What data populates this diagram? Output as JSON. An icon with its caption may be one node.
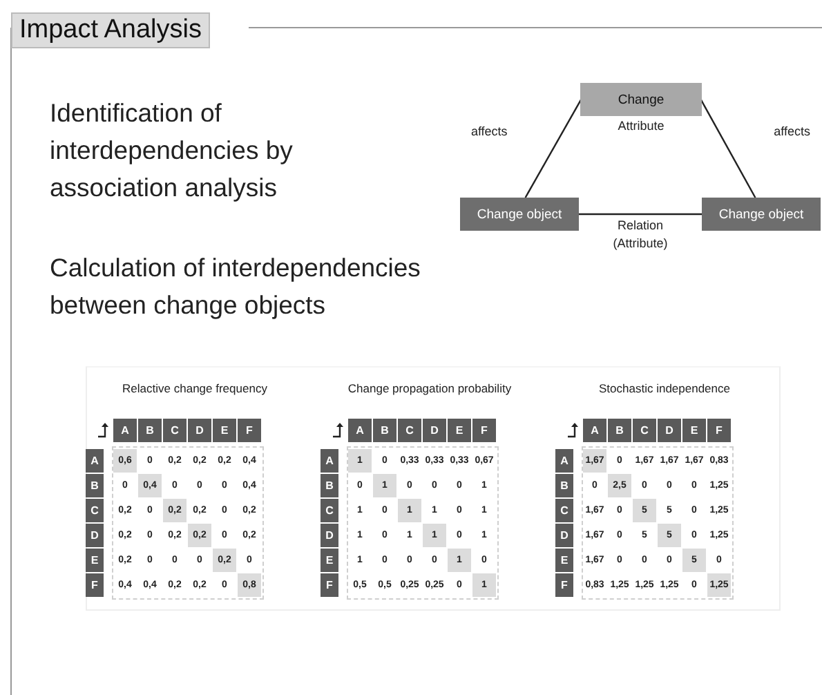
{
  "diagram": {
    "title": "Impact Analysis",
    "nodes": [
      {
        "text": [
          "Change"
        ],
        "beside": [
          "Attribute"
        ]
      },
      {
        "text": [
          "Change object"
        ]
      },
      {
        "text": [
          "Change object"
        ]
      }
    ],
    "edges": [
      {
        "from": 0,
        "to": 1,
        "arrow": "none",
        "label": "affects"
      },
      {
        "from": 0,
        "to": 2,
        "arrow": "none",
        "label": "affects"
      },
      {
        "from": 1,
        "to": 2,
        "arrow": "none",
        "label": "Relation (Attribute)"
      }
    ],
    "labels": [
      "Identification of interdependencies by association analysis",
      "Calculation of interdependencies between change objects",
      "Relactive change frequency",
      "A",
      "B",
      "C",
      "D",
      "E",
      "F",
      "A",
      "0,6",
      "0",
      "0,2",
      "0,2",
      "0,2",
      "0,4",
      "B",
      "0",
      "0,4",
      "0",
      "0",
      "0",
      "0,4",
      "C",
      "0,2",
      "0",
      "0,2",
      "0,2",
      "0",
      "0,2",
      "D",
      "0,2",
      "0",
      "0,2",
      "0,2",
      "0",
      "0,2",
      "E",
      "0,2",
      "0",
      "0",
      "0",
      "0,2",
      "0",
      "F",
      "0,4",
      "0,4",
      "0,2",
      "0,2",
      "0",
      "0,8",
      "Change propagation probability",
      "A",
      "B",
      "C",
      "D",
      "E",
      "F",
      "A",
      "1",
      "0",
      "0,33",
      "0,33",
      "0,33",
      "0,67",
      "B",
      "0",
      "1",
      "0",
      "0",
      "0",
      "1",
      "C",
      "1",
      "0",
      "1",
      "1",
      "0",
      "1",
      "D",
      "1",
      "0",
      "1",
      "1",
      "0",
      "1",
      "E",
      "1",
      "0",
      "0",
      "0",
      "1",
      "0",
      "F",
      "0,5",
      "0,5",
      "0,25",
      "0,25",
      "0",
      "1",
      "Stochastic independence",
      "A",
      "B",
      "C",
      "D",
      "E",
      "F",
      "A",
      "1,67",
      "0",
      "1,67",
      "1,67",
      "1,67",
      "0,83",
      "B",
      "0",
      "2,5",
      "0",
      "0",
      "0",
      "1,25",
      "C",
      "1,67",
      "0",
      "5",
      "5",
      "0",
      "1,25",
      "D",
      "1,67",
      "0",
      "5",
      "5",
      "0",
      "1,25",
      "E",
      "1,67",
      "0",
      "0",
      "0",
      "5",
      "0",
      "F",
      "0,83",
      "1,25",
      "1,25",
      "1,25",
      "0",
      "1,25"
    ]
  }
}
